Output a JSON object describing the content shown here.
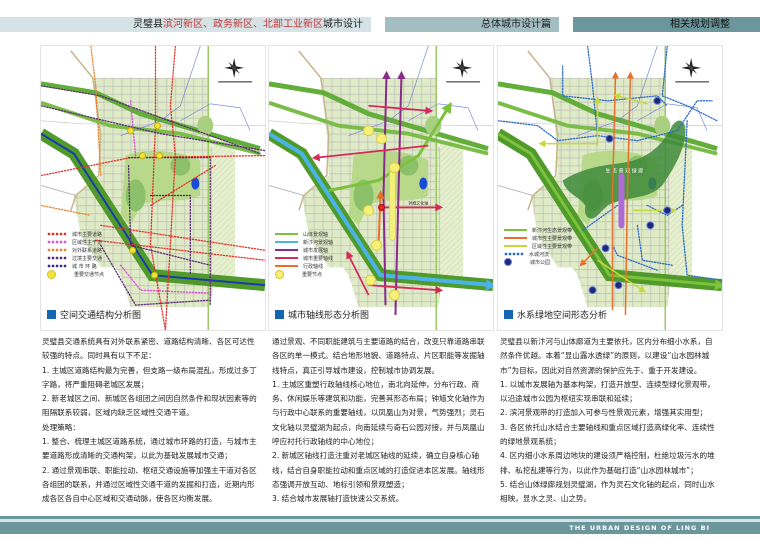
{
  "header": {
    "title_prefix": "灵璧县",
    "title_highlight": "滨河新区、政务新区、北部工业新区",
    "title_suffix": "城市设计",
    "section": "总体城市设计篇",
    "subsection": "相关规划调整"
  },
  "colors": {
    "accent": "#6b969c",
    "highlight": "#c03434",
    "caption_square": "#1466b4"
  },
  "panels": [
    {
      "caption": "空间交通结构分析图",
      "legend": [
        {
          "label": "城市主要道路",
          "color": "#e0302a",
          "style": "dots"
        },
        {
          "label": "区域性主干道",
          "color": "#d84fd8",
          "style": "dots"
        },
        {
          "label": "对外联系道路",
          "color": "#e8822a",
          "style": "dots"
        },
        {
          "label": "过境主要交通",
          "color": "#5a2a7a",
          "style": "dots"
        },
        {
          "label": "城 市 环 路",
          "color": "#3a2a8a",
          "style": "dots"
        },
        {
          "label": "重要交通节点",
          "color": "#f2e43a",
          "style": "node"
        }
      ]
    },
    {
      "caption": "城市轴线形态分析图",
      "legend": [
        {
          "label": "山体景观轴",
          "color": "#7cc23c",
          "style": "arrow"
        },
        {
          "label": "新汴河景观轴",
          "color": "#4ab4e8",
          "style": "arrow"
        },
        {
          "label": "城市发展轴",
          "color": "#8a2a8a",
          "style": "arrow"
        },
        {
          "label": "城市重要轴线",
          "color": "#d42a5a",
          "style": "arrow"
        },
        {
          "label": "行政轴线",
          "color": "#e8702a",
          "style": "arrow"
        },
        {
          "label": "重要节点",
          "color": "#f5f07a",
          "style": "node"
        }
      ],
      "map_label": "钟馗文化轴"
    },
    {
      "caption": "水系绿地空间形态分析",
      "legend": [
        {
          "label": "新汴河生态景观带",
          "color": "#7cc23c",
          "style": "arrow"
        },
        {
          "label": "城市性主要景观带",
          "color": "#e8702a",
          "style": "arrow"
        },
        {
          "label": "区域性主要景观带",
          "color": "#c8d83a",
          "style": "arrow"
        },
        {
          "label": "水城河流",
          "color": "#2a6ac8",
          "style": "dots"
        },
        {
          "label": "城市公园",
          "color": "#1a2a7a",
          "style": "park"
        }
      ],
      "map_label": "生 态 景 观 绿 廊"
    }
  ],
  "columns": [
    [
      "灵璧县交通系统具有对外联系紧密、道路结构清晰、各区可达性较强的特点。同时具有以下不足：",
      "1. 主城区道路结构最为完善，但支路一级布局混乱，形成过多丁字路，将严重阻碍老城区发展；",
      "2. 新老城区之间、新城区各组团之间因自然条件和现状因素等的阻隔联系较弱，区域内缺乏区域性交通干道。",
      "处理策略：",
      "1. 整合、梳理主城区道路系统，通过城市环路的打造，与城市主要道路形成清晰的交通构架，以此为基础发展城市交通；",
      "2. 通过景观串联、职能拉动、枢纽交通设施等加强主干道对各区各组团的联系，并通过区域性交通干道的发掘和打造，近期内形成各区各自中心区域和交通动脉，使各区均衡发展。"
    ],
    [
      "通过景观、不同职能建筑与主要道路的结合，改变只靠道路串联各区的单一模式。结合地形地貌、道路特点、片区职能等发掘轴线特点，真正引导城市建设，控制城市协调发展。",
      "1. 主城区重塑行政轴线核心地位，南北向延伸，分布行政、商务、休闲娱乐等建筑和功能，完善其形态布局；钟馗文化轴作为与行政中心联系的重要轴线，以凤凰山为对景，气势强烈；灵石文化轴以灵璧湖为起点，向南延续与奇石公园对接，并与凤凰山呼应衬托行政轴线的中心地位；",
      "2. 新城区轴线打造注重对老城区轴线的延续，确立自身核心轴线，结合自身职能拉动和重点区域的打造促进本区发展。轴线形态强调开放互动、地标引领和景观塑造；",
      "3. 结合城市发展轴打造快速公交系统。"
    ],
    [
      "灵璧县以新汴河与山体廊道为主要依托，区内分布细小水系，自然条件优越。本着“显山露水透绿”的原则，以建设“山水园林城市”为目标，因此对自然资源的保护应先于、重于开发建设。",
      "1. 以城市发展轴为基本构架，打造开放型、连续型绿化景观带，以沿途城市公园为枢纽实现串联和延续；",
      "2. 滨河景观带的打造加入可参与性景观元素，增强其实用型；",
      "3. 各区依托山水结合主要轴线和重点区域打造高绿化率、连续性的绿地景观系统；",
      "4. 区内细小水系周边地块的建设须严格控制，杜绝垃圾污水的堆排、私挖乱建等行为，以此作为基础打造“山水园林城市”；",
      "5. 结合山体绿廊规划灵璧湖，作为灵石文化轴的起点，同时山水相映，显水之灵、山之势。"
    ]
  ],
  "footer": {
    "text": "THE URBAN DESIGN OF LING BI"
  }
}
